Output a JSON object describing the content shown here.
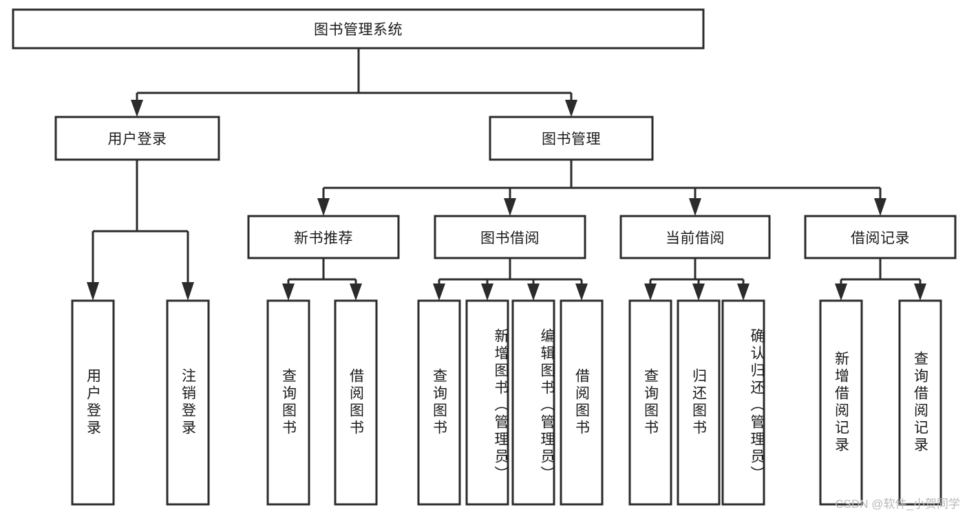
{
  "diagram": {
    "type": "tree-hierarchy",
    "title": "图书管理系统",
    "watermark": "CSDN @软件_小贺同学",
    "colors": {
      "stroke": "#2b2b2b",
      "fill": "#ffffff",
      "text": "#1a1a1a",
      "watermark": "#b9b9b9"
    },
    "levels": {
      "root": {
        "label": "图书管理系统"
      },
      "level2": [
        {
          "id": "user-login",
          "label": "用户登录"
        },
        {
          "id": "book-management",
          "label": "图书管理"
        }
      ],
      "level3": [
        {
          "id": "new-book-recommend",
          "label": "新书推荐",
          "parent": "book-management"
        },
        {
          "id": "book-borrow",
          "label": "图书借阅",
          "parent": "book-management"
        },
        {
          "id": "current-borrow",
          "label": "当前借阅",
          "parent": "book-management"
        },
        {
          "id": "borrow-record",
          "label": "借阅记录",
          "parent": "book-management"
        }
      ],
      "leaves": [
        {
          "id": "leaf-user-login",
          "label": "用户登录",
          "parent": "user-login"
        },
        {
          "id": "leaf-logout",
          "label": "注销登录",
          "parent": "user-login"
        },
        {
          "id": "leaf-query-book-1",
          "label": "查询图书",
          "parent": "new-book-recommend"
        },
        {
          "id": "leaf-borrow-book-1",
          "label": "借阅图书",
          "parent": "new-book-recommend"
        },
        {
          "id": "leaf-query-book-2",
          "label": "查询图书",
          "parent": "book-borrow"
        },
        {
          "id": "leaf-add-book",
          "label": "新增图书（管理员）",
          "parent": "book-borrow"
        },
        {
          "id": "leaf-edit-book",
          "label": "编辑图书（管理员）",
          "parent": "book-borrow"
        },
        {
          "id": "leaf-borrow-book-2",
          "label": "借阅图书",
          "parent": "book-borrow"
        },
        {
          "id": "leaf-query-book-3",
          "label": "查询图书",
          "parent": "current-borrow"
        },
        {
          "id": "leaf-return-book",
          "label": "归还图书",
          "parent": "current-borrow"
        },
        {
          "id": "leaf-confirm-return",
          "label": "确认归还（管理员）",
          "parent": "current-borrow"
        },
        {
          "id": "leaf-add-record",
          "label": "新增借阅记录",
          "parent": "borrow-record"
        },
        {
          "id": "leaf-query-record",
          "label": "查询借阅记录",
          "parent": "borrow-record"
        }
      ]
    }
  }
}
